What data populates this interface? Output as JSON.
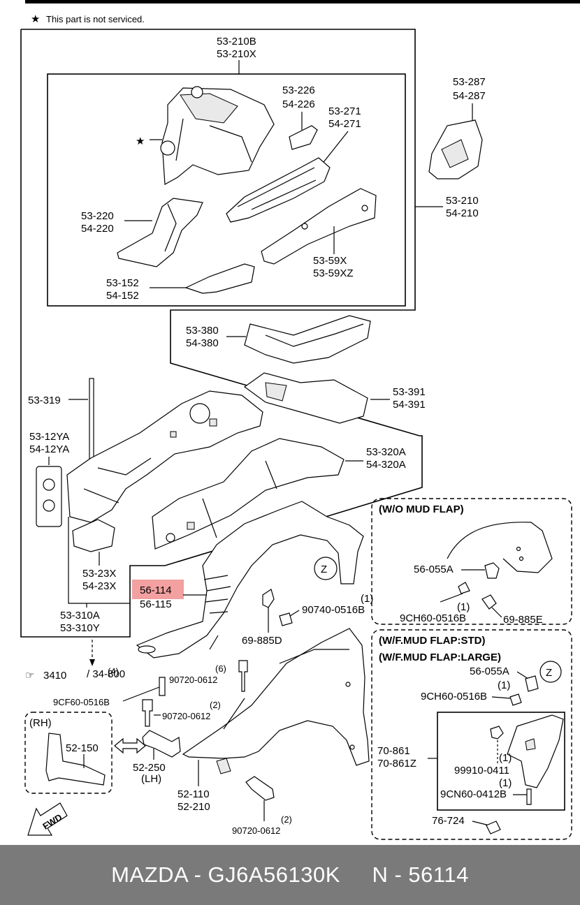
{
  "note": "This part is not serviced.",
  "labels": {
    "p53210B": "53-210B",
    "p53210X": "53-210X",
    "p53226": "53-226",
    "p54226": "54-226",
    "p53271": "53-271",
    "p54271": "54-271",
    "p53287": "53-287",
    "p54287": "54-287",
    "p53210": "53-210",
    "p54210": "54-210",
    "p53220": "53-220",
    "p54220": "54-220",
    "p5359X": "53-59X",
    "p5359XZ": "53-59XZ",
    "p53152": "53-152",
    "p54152": "54-152",
    "p53380": "53-380",
    "p54380": "54-380",
    "p53391": "53-391",
    "p54391": "54-391",
    "p53319": "53-319",
    "p5312YA": "53-12YA",
    "p5412YA": "54-12YA",
    "p53320A": "53-320A",
    "p54320A": "54-320A",
    "p5323X": "53-23X",
    "p5423X": "54-23X",
    "p53310A": "53-310A",
    "p53310Y": "53-310Y",
    "p56114": "56-114",
    "p56115": "56-115",
    "p9074005": "90740-0516B",
    "q1a": "(1)",
    "p69885D": "69-885D",
    "ref3410": "3410",
    "ref34800": "/ 34-800",
    "q4": "(4)",
    "p9CF60": "9CF60-0516B",
    "q6": "(6)",
    "p90720a": "90720-0612",
    "q2a": "(2)",
    "p90720b": "90720-0612",
    "rh": "(RH)",
    "p52150": "52-150",
    "p52250": "52-250",
    "lh": "(LH)",
    "p52110": "52-110",
    "p52210": "52-210",
    "q2b": "(2)",
    "p90720c": "90720-0612",
    "fwd": "FWD",
    "z1": "Z",
    "z2": "Z",
    "woMud": "(W/O MUD FLAP)",
    "p56055Aa": "56-055A",
    "q1b": "(1)",
    "p9CH60a": "9CH60-0516B",
    "p69885E": "69-885E",
    "wfStd": "(W/F.MUD FLAP:STD)",
    "wfLarge": "(W/F.MUD FLAP:LARGE)",
    "p56055Ab": "56-055A",
    "q1c": "(1)",
    "p9CH60b": "9CH60-0516B",
    "p70861": "70-861",
    "p70861Z": "70-861Z",
    "q1d": "(1)",
    "p99910": "99910-0411",
    "q1e": "(1)",
    "p9CN60": "9CN60-0412B",
    "p76724": "76-724"
  },
  "highlight_color": "#f2a0a0",
  "footer": {
    "text": "MAZDA - GJ6A56130K     N - 56114"
  }
}
